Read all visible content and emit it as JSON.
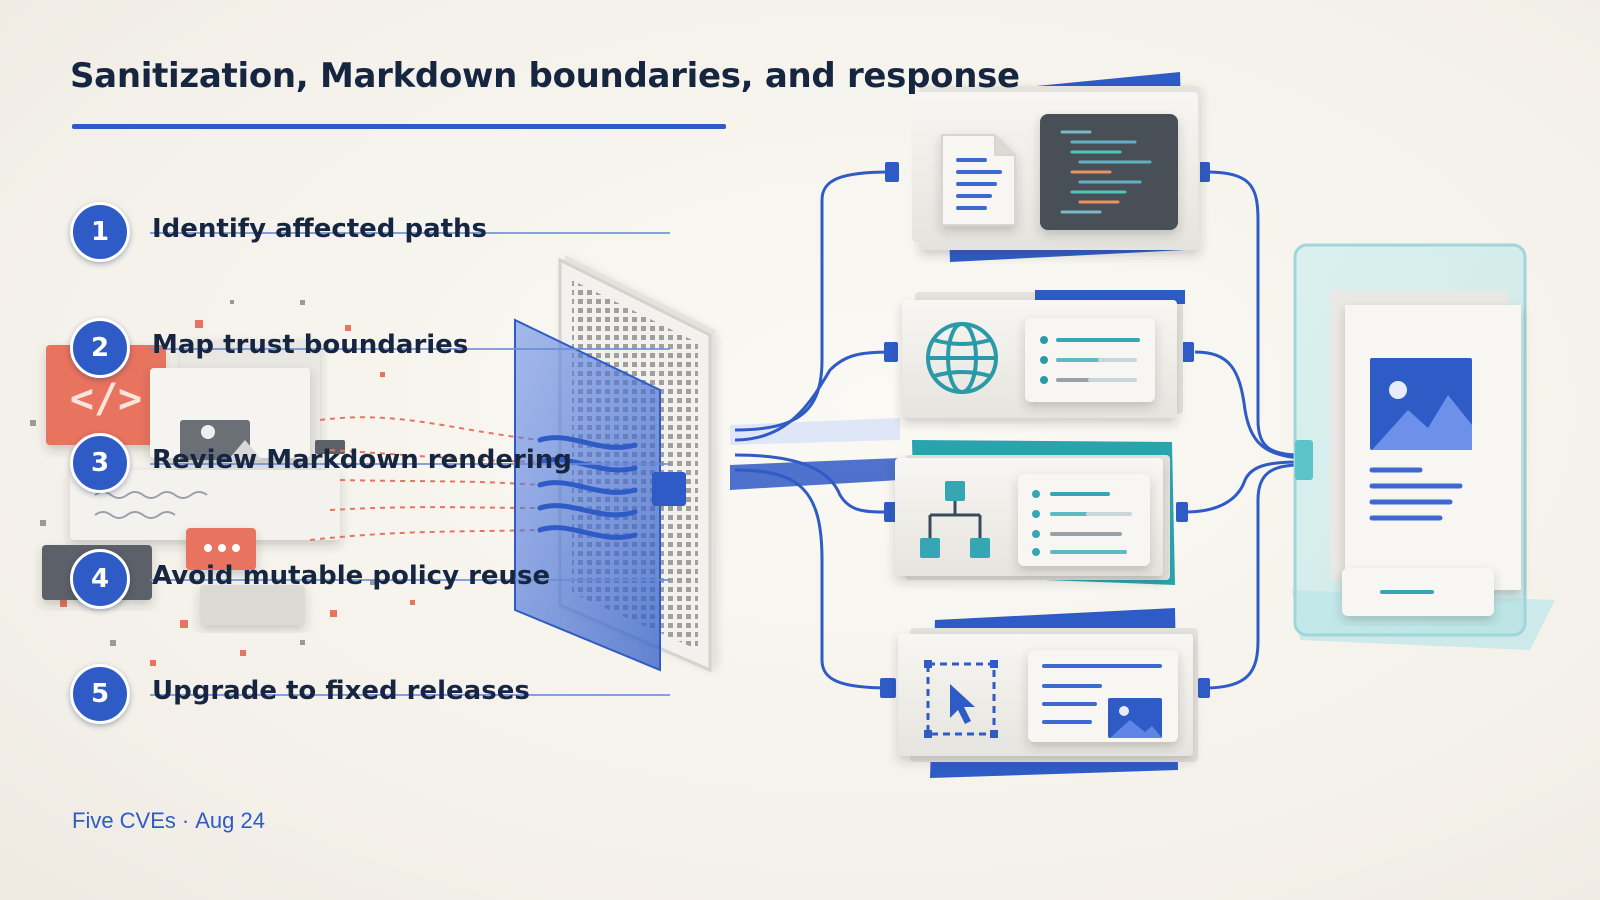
{
  "title": "Sanitization, Markdown boundaries, and response",
  "steps": [
    {
      "number": "1",
      "label": "Identify affected paths"
    },
    {
      "number": "2",
      "label": "Map trust boundaries"
    },
    {
      "number": "3",
      "label": "Review Markdown rendering"
    },
    {
      "number": "4",
      "label": "Avoid mutable policy reuse"
    },
    {
      "number": "5",
      "label": "Upgrade to fixed releases"
    }
  ],
  "footer": {
    "source": "Five CVEs",
    "separator": "·",
    "date": "Aug 24"
  },
  "colors": {
    "accent": "#2f5bc6",
    "coral": "#e8735f",
    "teal": "#36a6b4",
    "text": "#172640"
  },
  "illustration": {
    "input_code_icon": "</>",
    "cards": [
      {
        "icons": [
          "document-icon",
          "code-editor-icon"
        ]
      },
      {
        "icons": [
          "globe-icon",
          "list-icon"
        ]
      },
      {
        "icons": [
          "hierarchy-icon",
          "list-icon"
        ]
      },
      {
        "icons": [
          "cursor-selection-icon",
          "image-article-icon"
        ]
      }
    ],
    "output_icon": "image-article-icon"
  }
}
